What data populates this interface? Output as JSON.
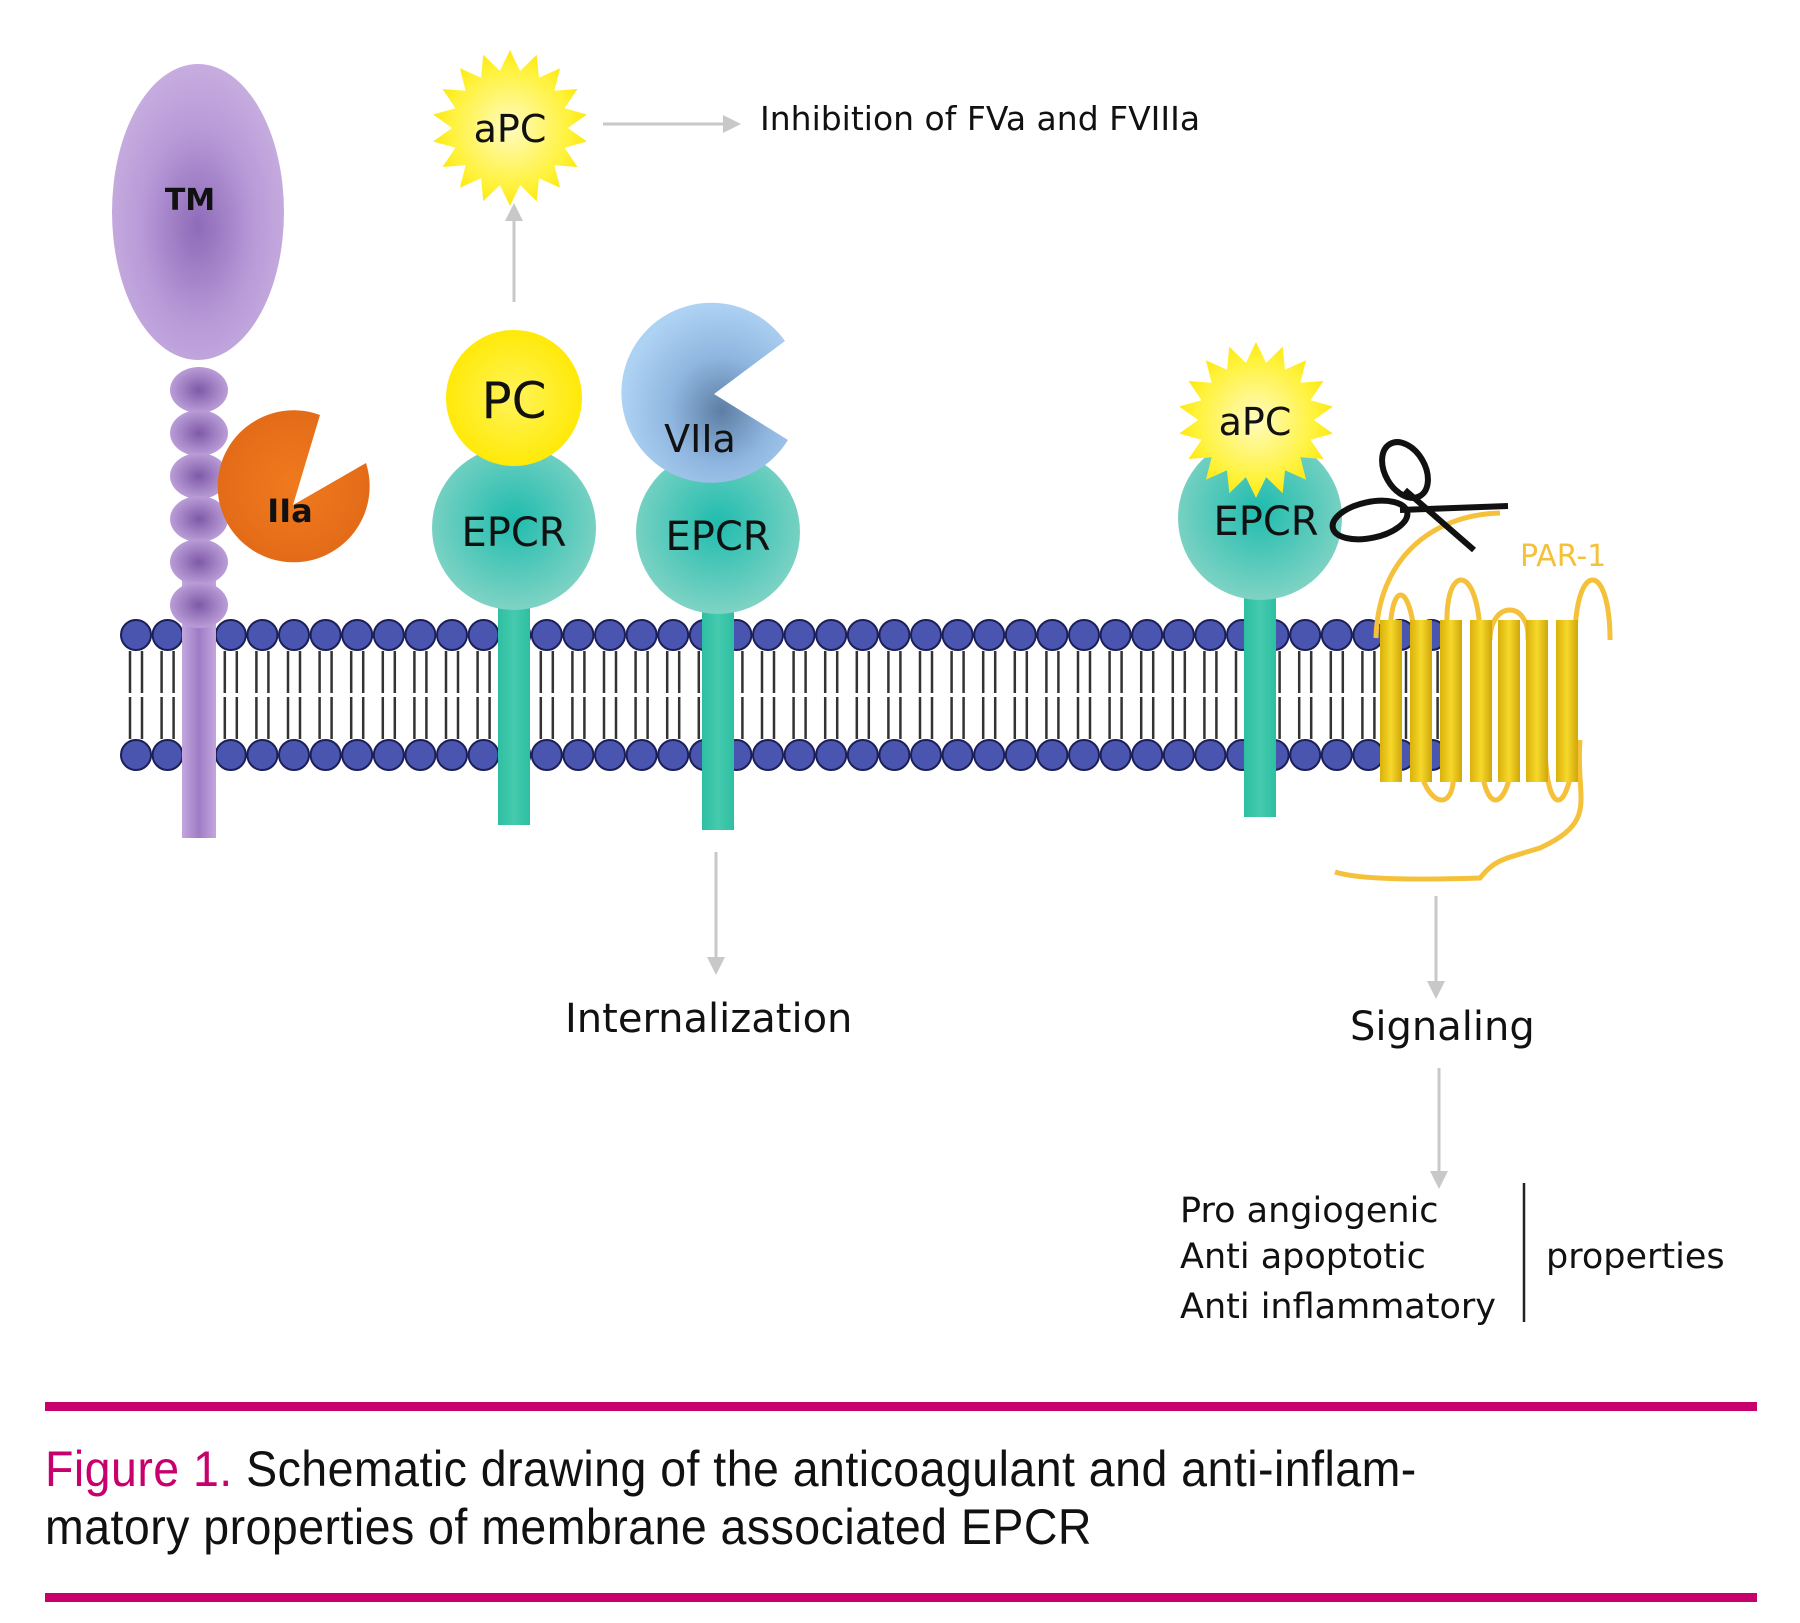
{
  "diagram": {
    "labels": {
      "tm": "TM",
      "iia": "IIa",
      "apc_top": "aPC",
      "pc": "PC",
      "epcr_1": "EPCR",
      "viia": "VIIa",
      "epcr_2": "EPCR",
      "apc_right": "aPC",
      "epcr_3": "EPCR",
      "par1": "PAR-1"
    },
    "outcomes": {
      "inhibition": "Inhibition of FVa and FVIIIa",
      "internalization": "Internalization",
      "signaling": "Signaling",
      "properties_list": [
        "Pro angiogenic",
        "Anti apoptotic",
        "Anti inflammatory"
      ],
      "properties_label": "properties"
    },
    "colors": {
      "tm": "#b39ad6",
      "iia": "#e8731e",
      "apc": "#fff200",
      "pc": "#fff200",
      "epcr": "#5cc8b4",
      "viia": "#9ec8ee",
      "membrane_head": "#4a55b0",
      "par1": "#f5c13a",
      "helix": "#e6c21a",
      "arrow": "#c8c8c8"
    }
  },
  "caption": {
    "figure_label": "Figure 1.",
    "text": " Schematic drawing of the anticoagulant and anti-inflam-matory properties of membrane associated EPCR",
    "line1": " Schematic drawing of the anticoagulant and anti-inflam-",
    "line2": "matory properties of membrane associated EPCR",
    "accent_color": "#c8006e"
  }
}
